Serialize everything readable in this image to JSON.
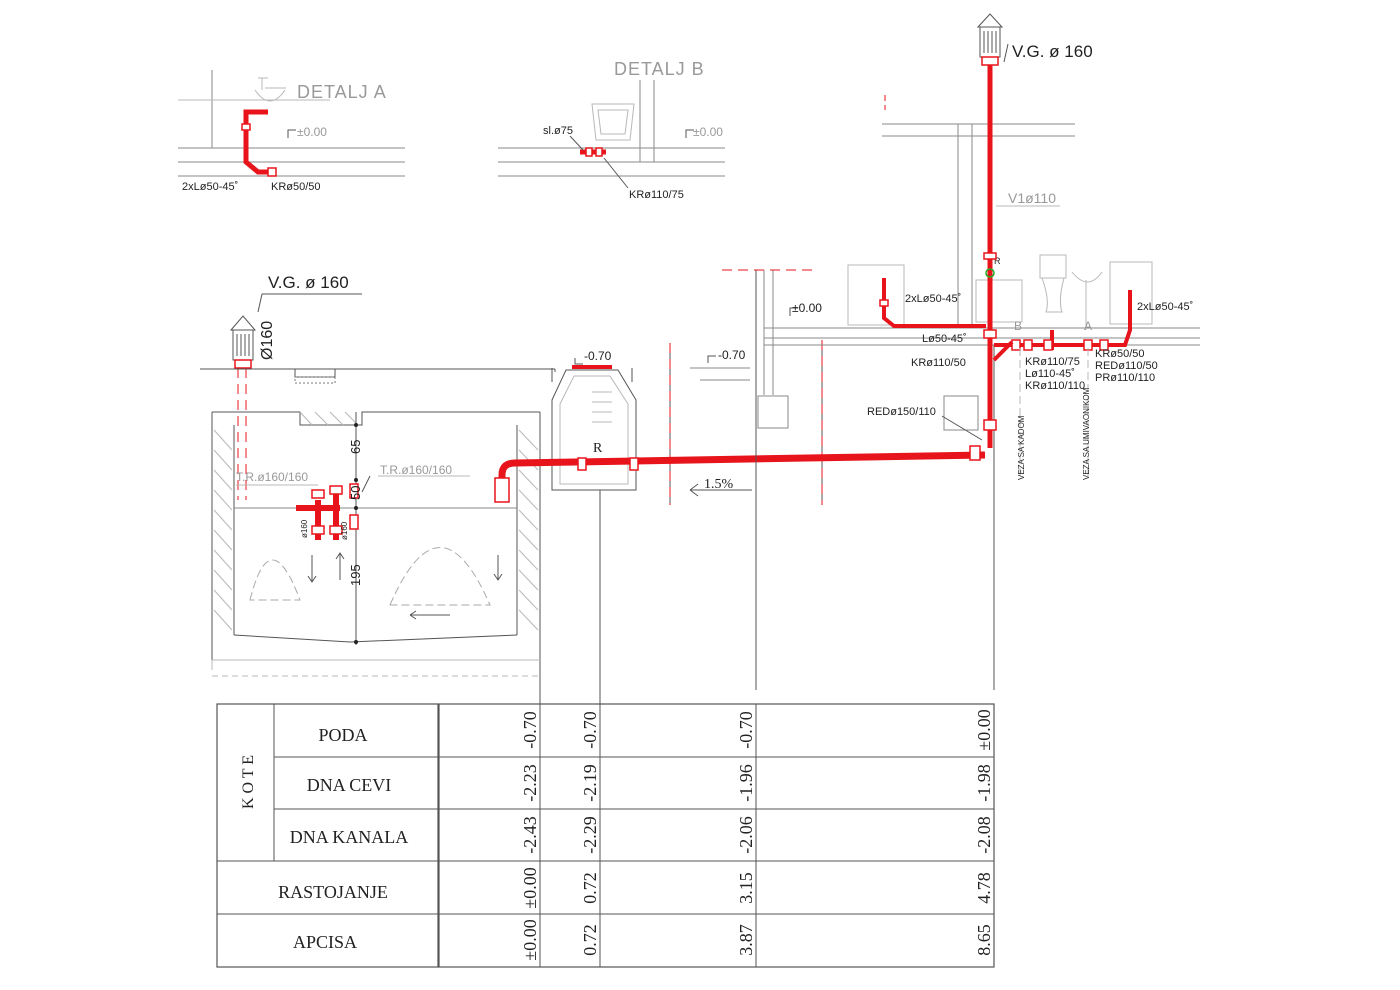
{
  "details": {
    "a_title": "DETALJ A",
    "b_title": "DETALJ B",
    "a_level": "±0.00",
    "b_level": "±0.00",
    "a_fitting_left": "2xLø50-45˚",
    "a_fitting_right": "KRø50/50",
    "b_fitting_top": "sl.ø75",
    "b_fitting_bottom": "KRø110/75"
  },
  "vent_left": {
    "label": "V.G.  ø  160",
    "diameter": "Ø160"
  },
  "vent_right": {
    "label": "V.G.  ø  160"
  },
  "stack_label": "V1ø110",
  "septic": {
    "tr_left": "T.R.ø160/160",
    "tr_right": "T.R.ø160/160",
    "pipe_a": "ø160",
    "pipe_b": "ø160",
    "dim_top": "65",
    "dim_mid": "50",
    "dim_bottom": "195"
  },
  "manhole": {
    "level": "-0.70",
    "mark": "R"
  },
  "slope": "1.5%",
  "levels": {
    "wall_level": "-0.70",
    "floor_mid": "±0.00"
  },
  "bathroom": {
    "mark_r": "R",
    "mark_b": "B",
    "mark_a": "A",
    "labels": [
      "2xLø50-45˚",
      "Lø50-45˚",
      "KRø110/50",
      "REDø150/110",
      "KRø110/75",
      "Lø110-45˚",
      "KRø110/110",
      "KRø50/50",
      "REDø110/50",
      "PRø110/110",
      "2xLø50-45˚"
    ],
    "vertical_labels": [
      "VEZA SA KADOM",
      "VEZA SA UMIVAONIKOM"
    ]
  },
  "table": {
    "group_label": "K O T E",
    "row_labels": [
      "PODA",
      "DNA CEVI",
      "DNA KANALA",
      "RASTOJANJE",
      "APCISA"
    ],
    "columns": [
      {
        "poda": "-0.70",
        "dna_cevi": "-2.23",
        "dna_kanala": "-2.43",
        "rastojanje": "±0.00",
        "apcisa": "±0.00"
      },
      {
        "poda": "-0.70",
        "dna_cevi": "-2.19",
        "dna_kanala": "-2.29",
        "rastojanje": "0.72",
        "apcisa": "0.72"
      },
      {
        "poda": "-0.70",
        "dna_cevi": "-1.96",
        "dna_kanala": "-2.06",
        "rastojanje": "3.15",
        "apcisa": "3.87"
      },
      {
        "poda": "±0.00",
        "dna_cevi": "-1.98",
        "dna_kanala": "-2.08",
        "rastojanje": "4.78",
        "apcisa": "8.65"
      }
    ]
  }
}
